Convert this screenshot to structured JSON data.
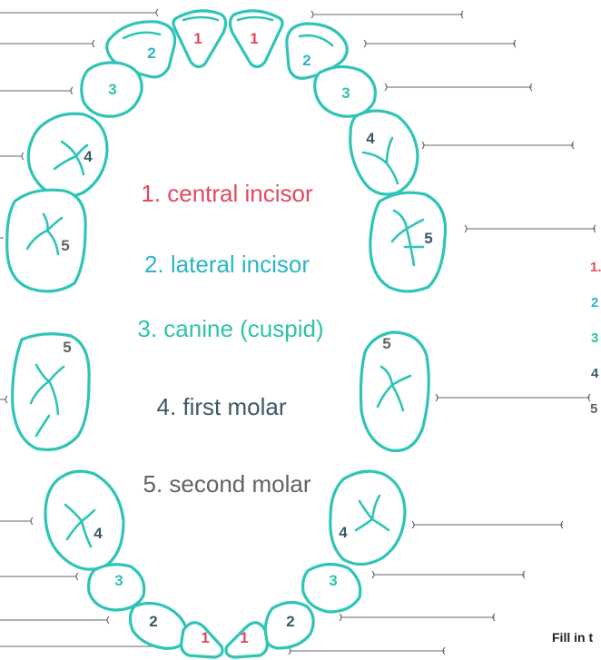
{
  "colors": {
    "tooth_outline": "#2ec4b6",
    "central_incisor": "#e4475f",
    "lateral_incisor": "#2bb5c7",
    "canine": "#2fc3a8",
    "first_molar": "#3a5a66",
    "second_molar": "#636363",
    "leader_line": "#666666"
  },
  "tooth_numbers": {
    "central_incisor": "1",
    "lateral_incisor": "2",
    "canine": "3",
    "first_molar": "4",
    "second_molar": "5"
  },
  "legend": {
    "central_incisor": "1. central incisor",
    "lateral_incisor": "2. lateral incisor",
    "canine": "3. canine (cuspid)",
    "first_molar": "4. first molar",
    "second_molar": "5. second molar"
  },
  "answer_key": {
    "items": [
      "1.",
      "2",
      "3",
      "4",
      "5"
    ]
  },
  "instruction": "Fill in t"
}
